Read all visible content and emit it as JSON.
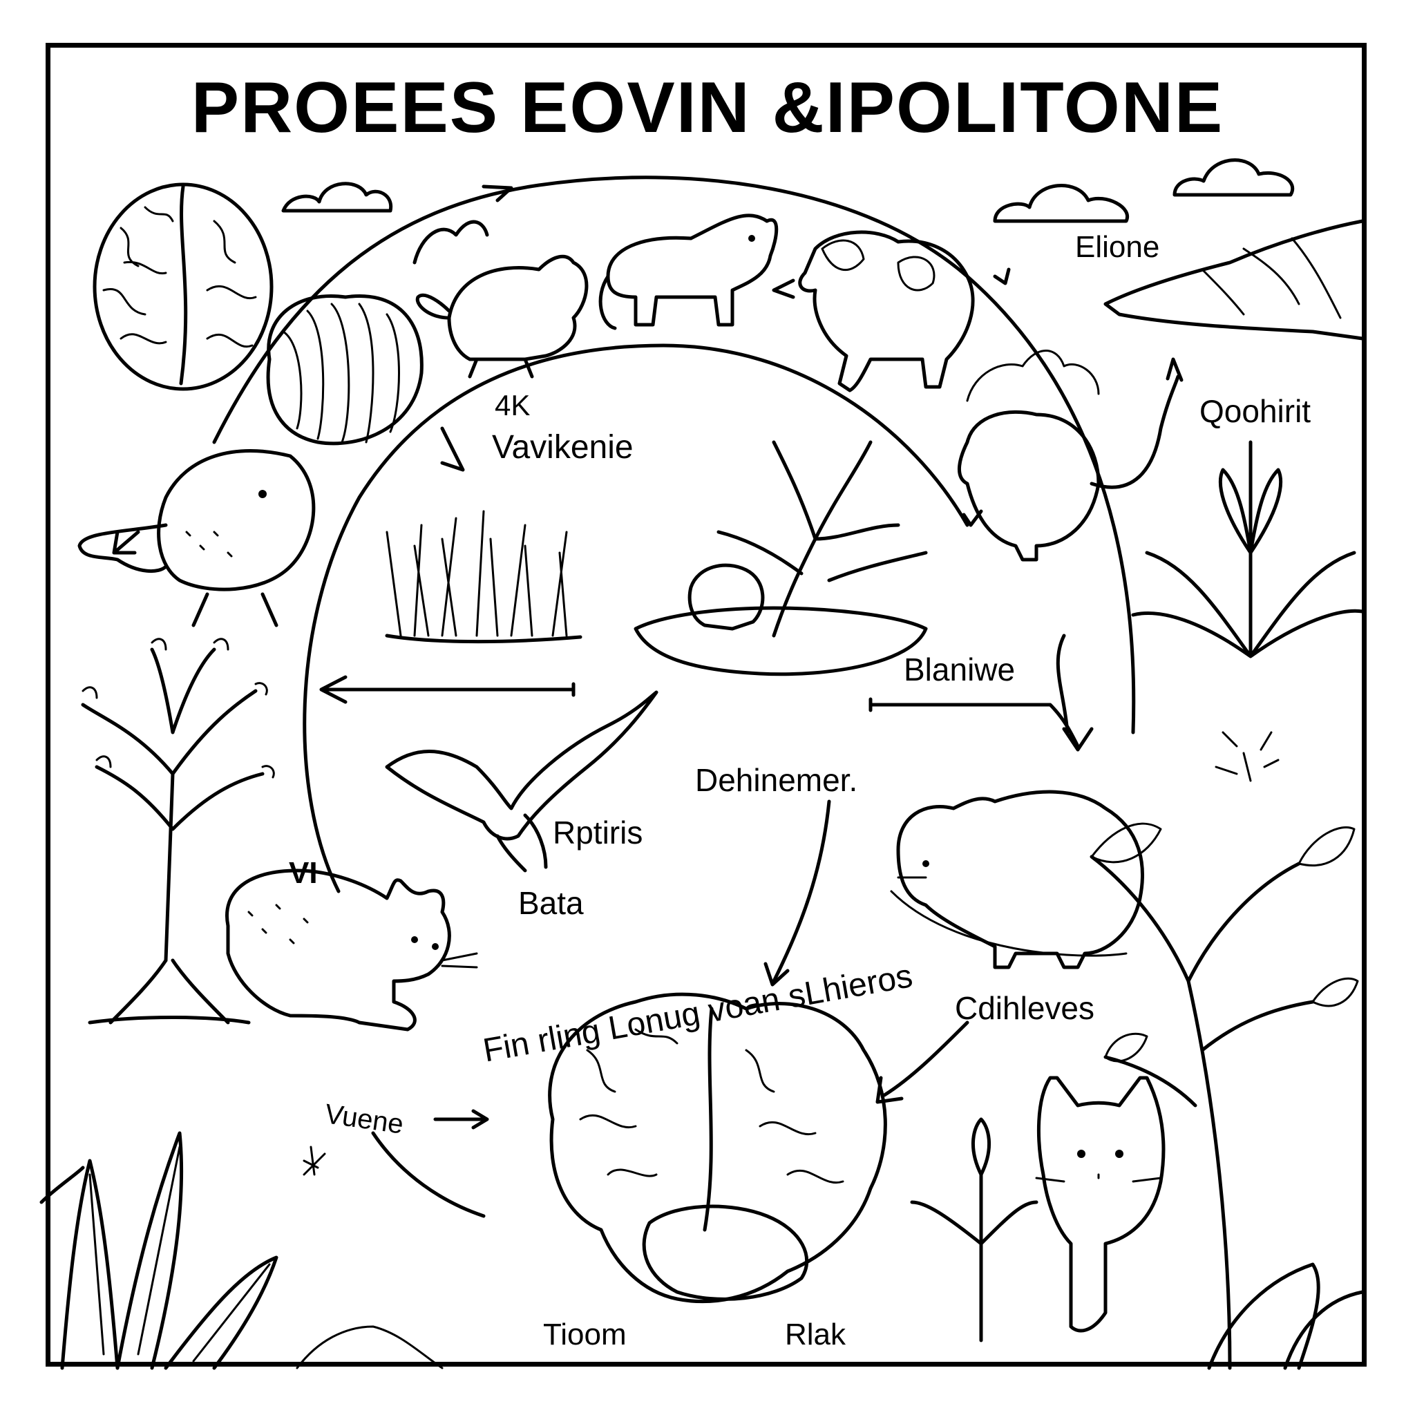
{
  "title": "PROEES EOVIN &IPOLITONE",
  "labels": {
    "top_right": "Elione",
    "right_upper": "Qoohirit",
    "center_upper_left_num": "4K",
    "center_upper_left": "Vavikenie",
    "center_right": "Blaniwe",
    "center": "Dehinemer.",
    "bird": "Rptiris",
    "bird_lower": "Bata",
    "cat_left": "VI",
    "lower_left": "Vuene",
    "lower_right": "Cdihleves",
    "arc_text": "Fin rling Lonug voan sLhieros",
    "bottom_left": "Tioom",
    "bottom_right": "Rlak"
  },
  "icons": [
    "brain-icon",
    "armadillo-icon",
    "cat-icon",
    "bear-icon",
    "tree-icon",
    "grass-icon",
    "bird-icon",
    "plant-icon",
    "mountain-icon",
    "cloud-icon",
    "arrow-icon"
  ]
}
